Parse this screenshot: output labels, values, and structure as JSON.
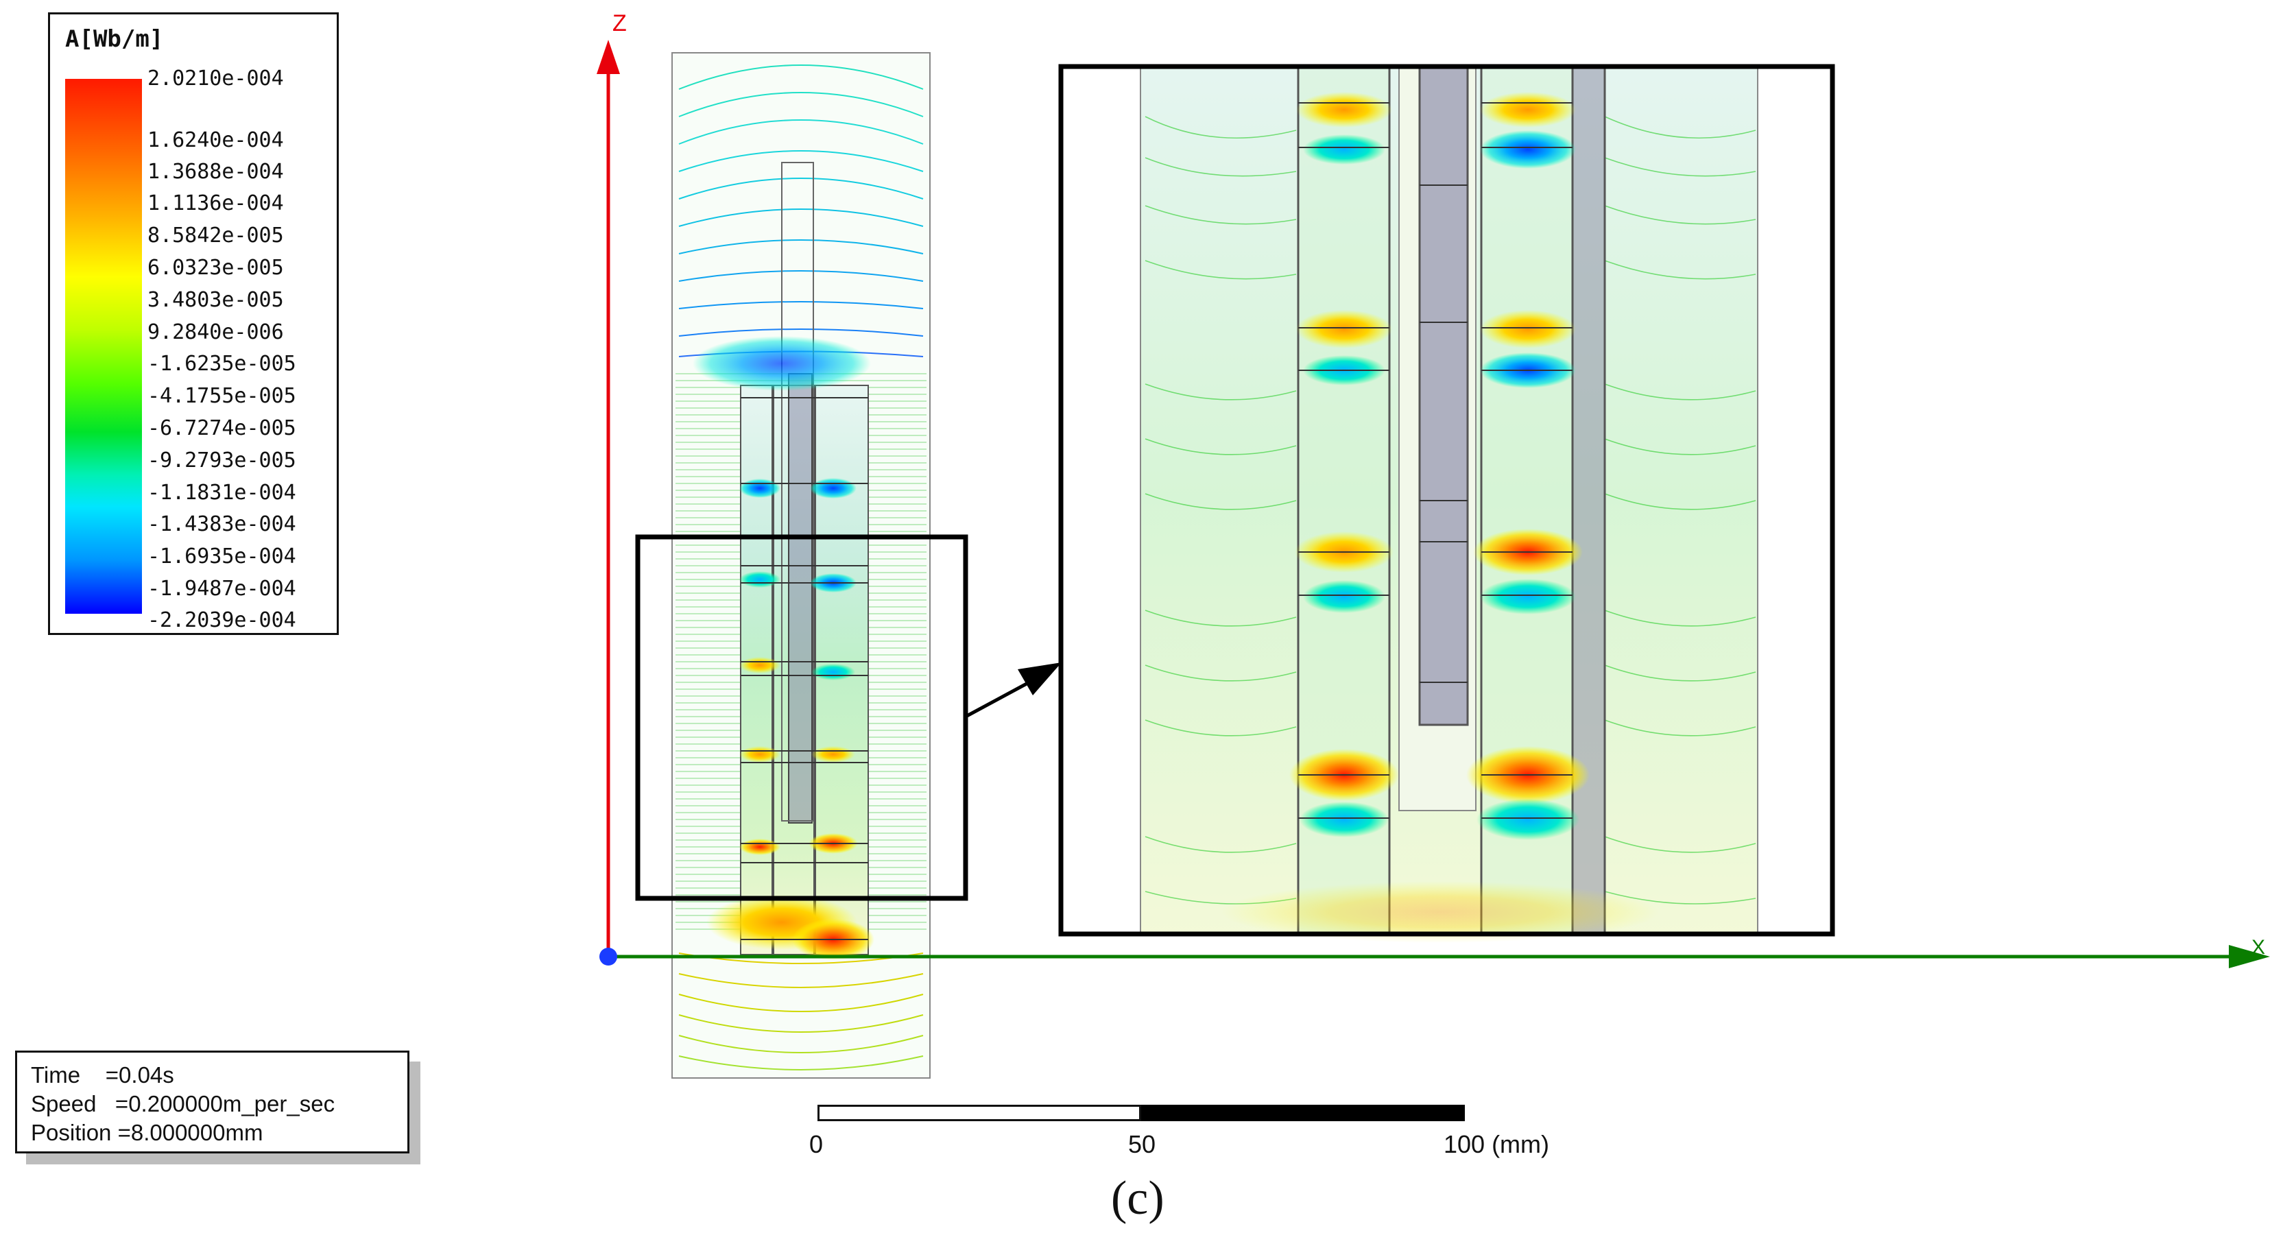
{
  "legend": {
    "title": "A[Wb/m]",
    "ticks": [
      "2.0210e-004",
      "1.6240e-004",
      "1.3688e-004",
      "1.1136e-004",
      "8.5842e-005",
      "6.0323e-005",
      "3.4803e-005",
      "9.2840e-006",
      "-1.6235e-005",
      "-4.1755e-005",
      "-6.7274e-005",
      "-9.2793e-005",
      "-1.1831e-004",
      "-1.4383e-004",
      "-1.6935e-004",
      "-1.9487e-004",
      "-2.2039e-004"
    ],
    "colors": {
      "max": "#ff1a00",
      "mid": "#00e32a",
      "min": "#0000ff"
    }
  },
  "info": {
    "time": "Time    =0.04s",
    "speed": "Speed   =0.200000m_per_sec",
    "position": "Position =8.000000mm"
  },
  "axes": {
    "z_label": "Z",
    "x_label": "X",
    "z_color": "#e8000b",
    "x_color": "#0a7d00"
  },
  "scale": {
    "label_0": "0",
    "label_50": "50",
    "label_100": "100 (mm)"
  },
  "caption": "(c)",
  "icons": {
    "zoom_arrow": "arrow-icon",
    "origin": "origin-icon"
  }
}
